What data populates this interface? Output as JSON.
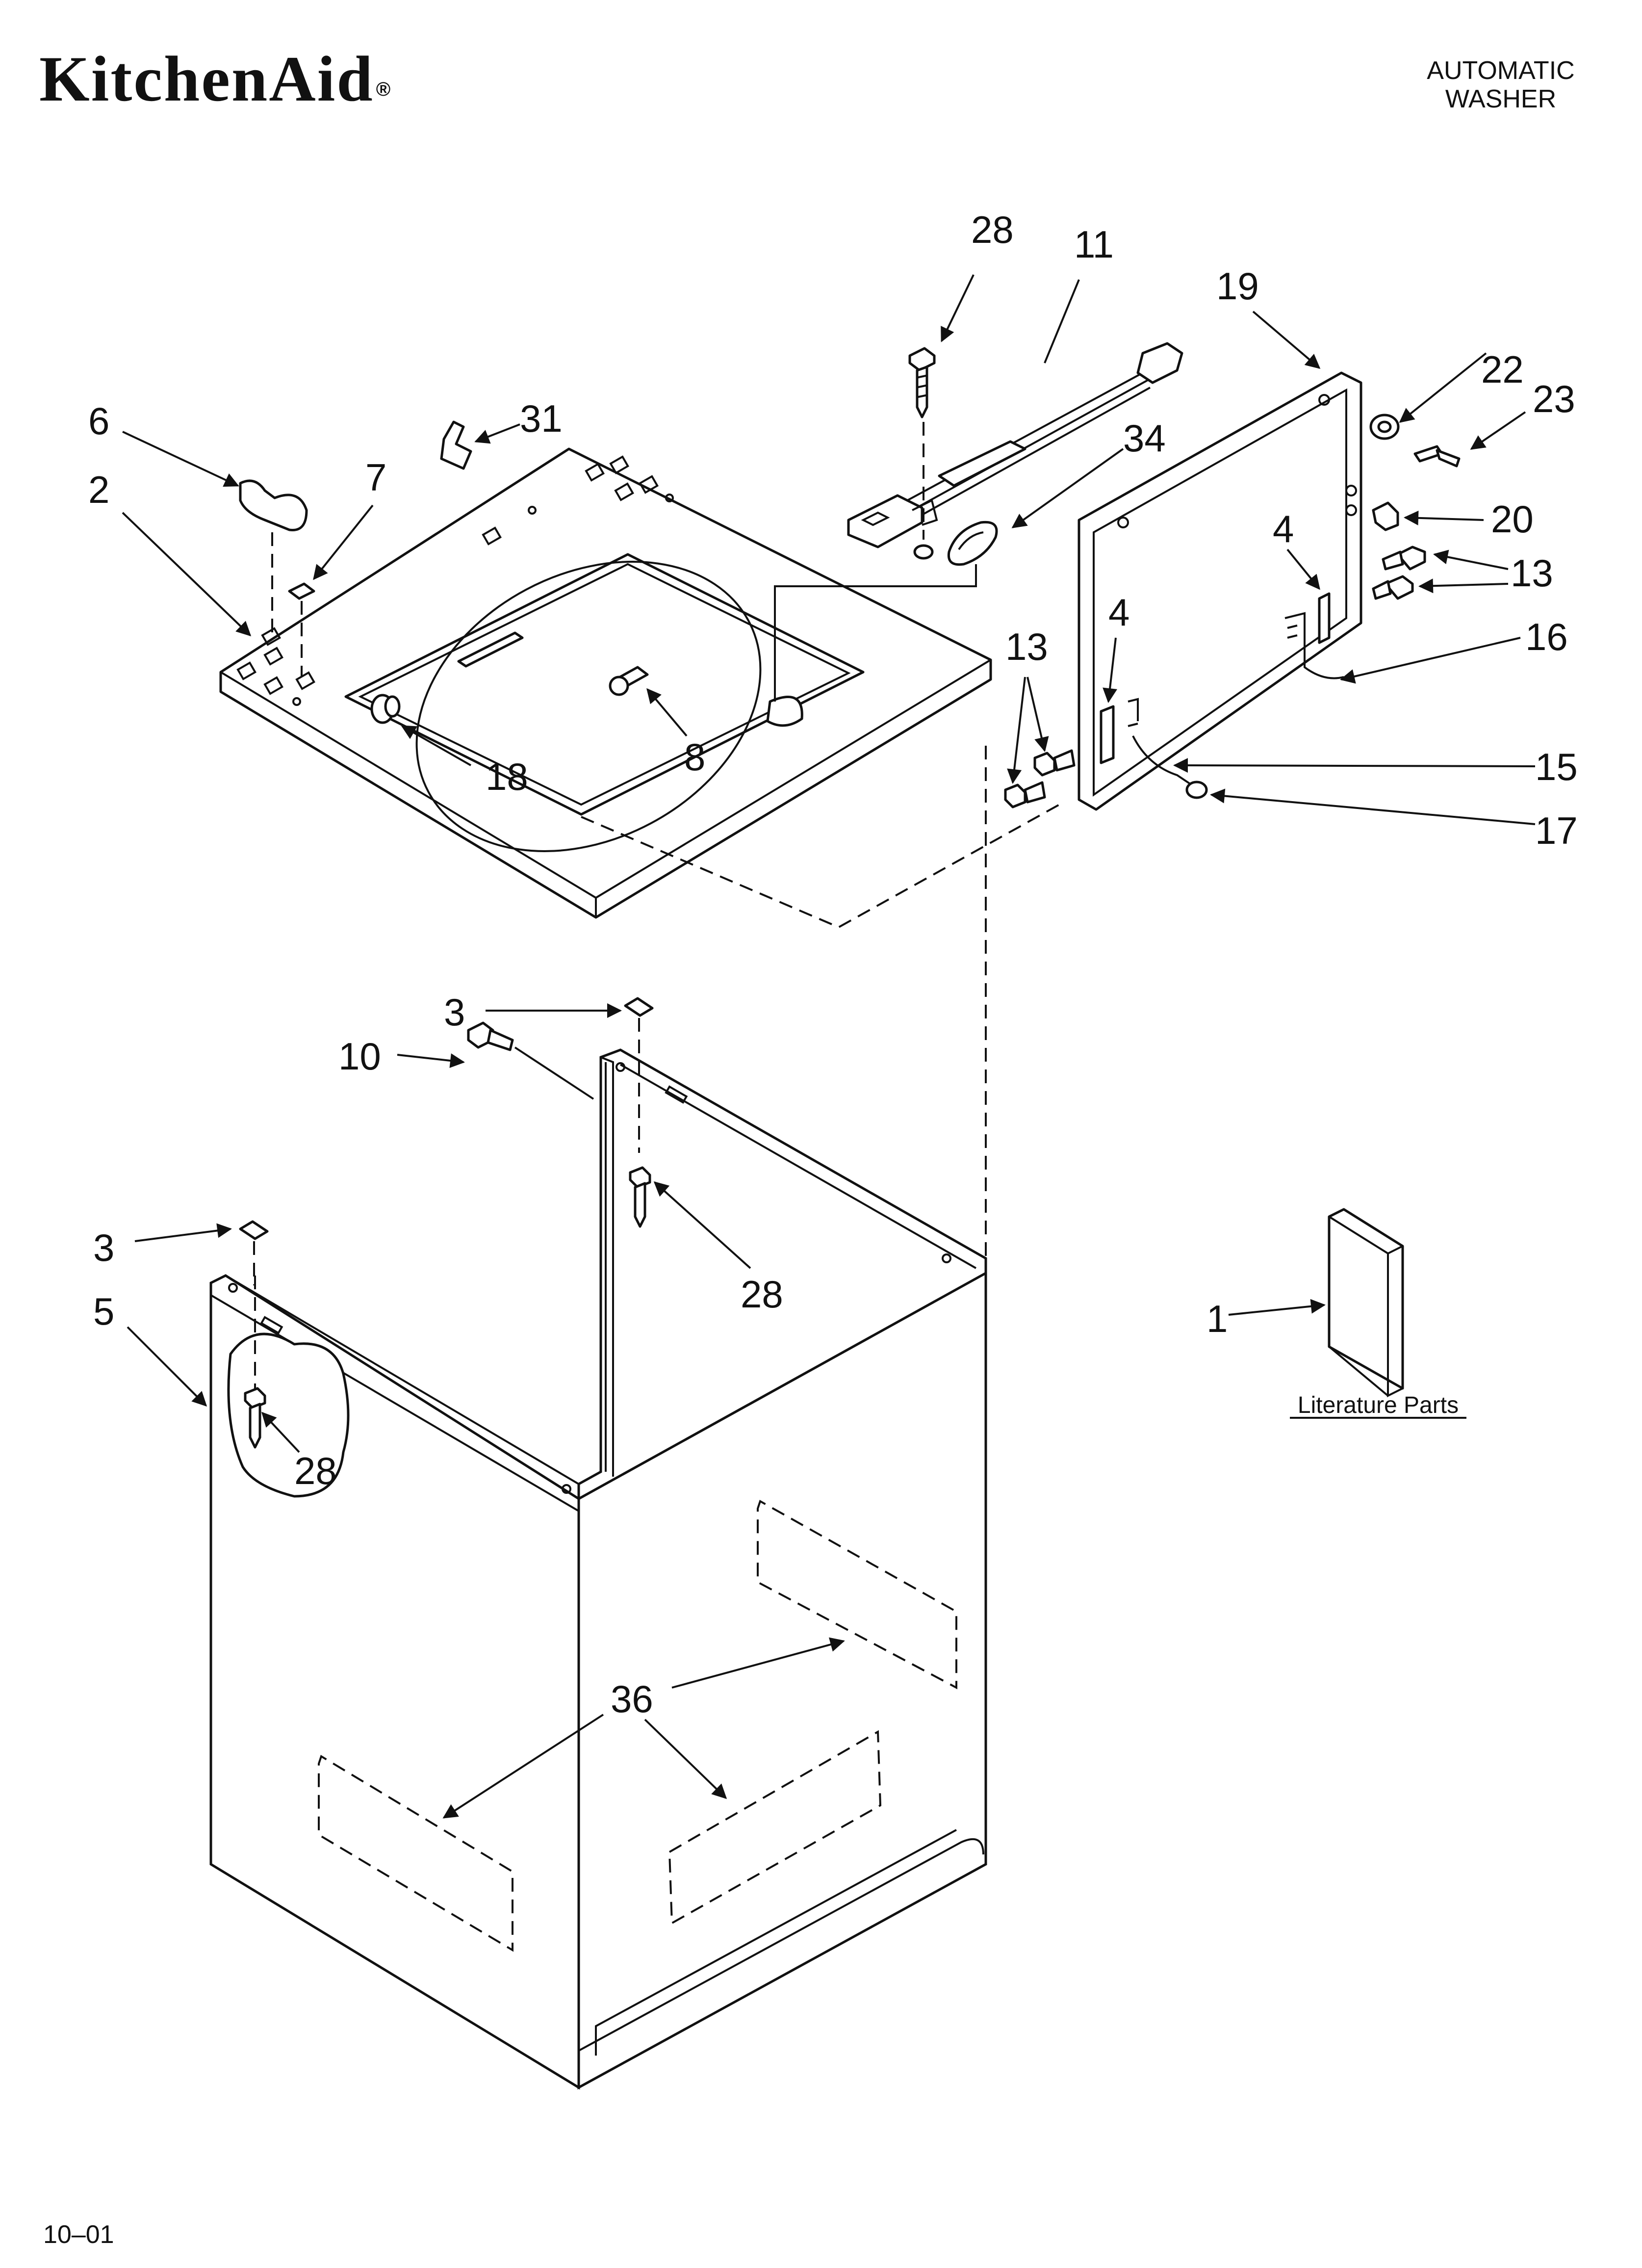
{
  "header": {
    "brand": "KitchenAid",
    "brand_mark": "®",
    "doc_type_line1": "AUTOMATIC",
    "doc_type_line2": "WASHER"
  },
  "callouts": [
    {
      "id": "c28a",
      "text": "28"
    },
    {
      "id": "c11",
      "text": "11"
    },
    {
      "id": "c19",
      "text": "19"
    },
    {
      "id": "c22",
      "text": "22"
    },
    {
      "id": "c23",
      "text": "23"
    },
    {
      "id": "c31",
      "text": "31"
    },
    {
      "id": "c34",
      "text": "34"
    },
    {
      "id": "c6",
      "text": "6"
    },
    {
      "id": "c2",
      "text": "2"
    },
    {
      "id": "c7",
      "text": "7"
    },
    {
      "id": "c20",
      "text": "20"
    },
    {
      "id": "c4a",
      "text": "4"
    },
    {
      "id": "c13a",
      "text": "13"
    },
    {
      "id": "c13b",
      "text": "13"
    },
    {
      "id": "c4b",
      "text": "4"
    },
    {
      "id": "c16",
      "text": "16"
    },
    {
      "id": "c8",
      "text": "8"
    },
    {
      "id": "c18",
      "text": "18"
    },
    {
      "id": "c15",
      "text": "15"
    },
    {
      "id": "c17",
      "text": "17"
    },
    {
      "id": "c3a",
      "text": "3"
    },
    {
      "id": "c10",
      "text": "10"
    },
    {
      "id": "c28b",
      "text": "28"
    },
    {
      "id": "c3b",
      "text": "3"
    },
    {
      "id": "c5",
      "text": "5"
    },
    {
      "id": "c1",
      "text": "1"
    },
    {
      "id": "c28c",
      "text": "28"
    },
    {
      "id": "c36",
      "text": "36"
    }
  ],
  "literature_label": "Literature Parts",
  "footer": {
    "date_code": "10–01"
  }
}
